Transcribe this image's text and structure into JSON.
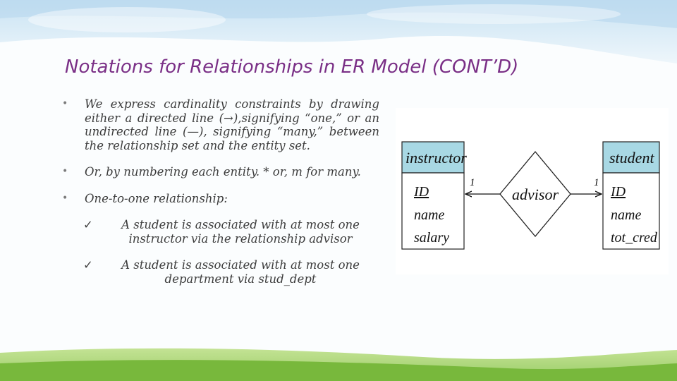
{
  "slide": {
    "title": "Notations for Relationships in ER Model (CONT’D)",
    "bullets": [
      {
        "text": "We express cardinality constraints by drawing either a directed line (→),signifying “one,” or an undirected line (—), signifying “many,” between the relationship set and the entity set."
      },
      {
        "text": "Or, by numbering each entity. * or, m for many."
      },
      {
        "text": "One-to-one relationship:"
      }
    ],
    "subbullets": [
      {
        "text": "A student is associated with at most one instructor via the relationship advisor"
      },
      {
        "text": "A student is associated with at most one department via stud_dept"
      }
    ]
  },
  "diagram": {
    "left_entity": {
      "name": "instructor",
      "attributes": [
        "ID",
        "name",
        "salary"
      ],
      "key": "ID"
    },
    "right_entity": {
      "name": "student",
      "attributes": [
        "ID",
        "name",
        "tot_cred"
      ],
      "key": "ID"
    },
    "relationship": {
      "name": "advisor"
    },
    "left_cardinality": "1",
    "right_cardinality": "1",
    "colors": {
      "header": "#a8d8e4",
      "border": "#222222",
      "title": "#7a2f86"
    }
  }
}
